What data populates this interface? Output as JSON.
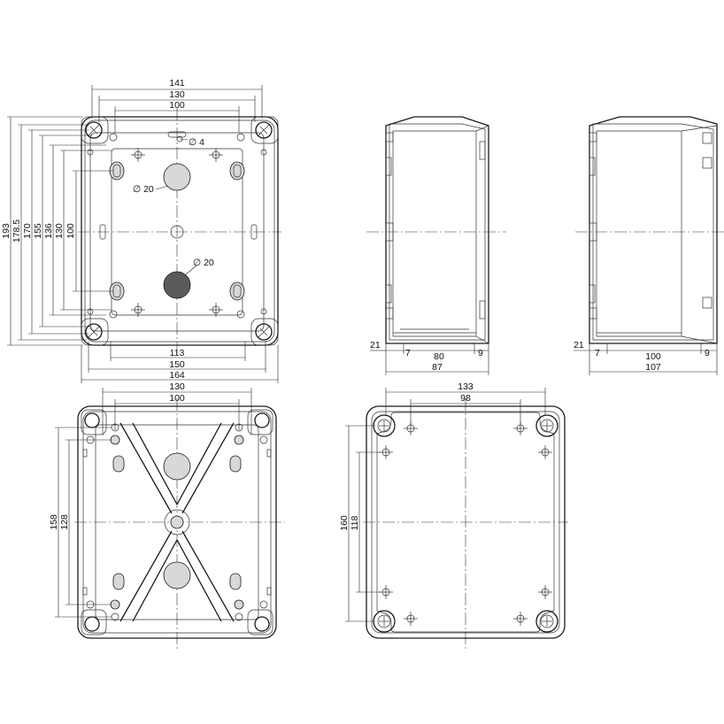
{
  "top_view": {
    "widths": [
      "141",
      "130",
      "100"
    ],
    "bottom_widths": [
      "113",
      "150",
      "164"
    ],
    "heights": [
      "193",
      "178.5",
      "170",
      "155",
      "136",
      "130",
      "100"
    ],
    "hole_labels": [
      "∅ 4",
      "∅ 20",
      "∅ 20"
    ]
  },
  "side_view_1": {
    "dims": [
      "21",
      "7",
      "80",
      "9",
      "87"
    ]
  },
  "side_view_2": {
    "dims": [
      "21",
      "7",
      "100",
      "9",
      "107"
    ]
  },
  "bottom_view": {
    "widths": [
      "130",
      "100"
    ],
    "heights": [
      "158",
      "128"
    ]
  },
  "lid_view": {
    "widths": [
      "133",
      "98"
    ],
    "heights": [
      "160",
      "118"
    ]
  }
}
